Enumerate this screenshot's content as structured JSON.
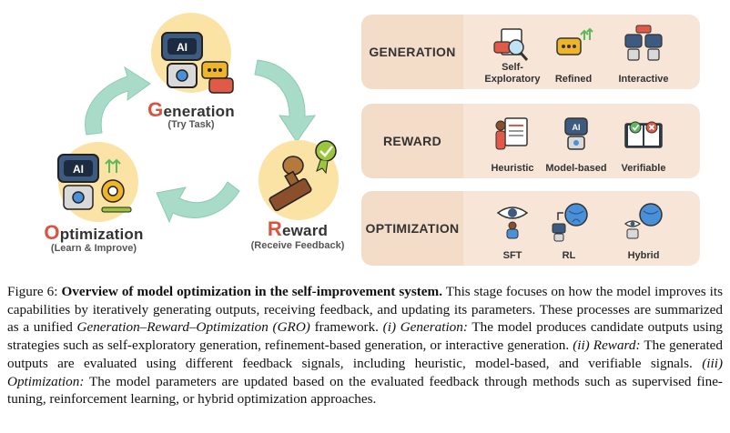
{
  "cycle": {
    "generation": {
      "cap": "G",
      "rest": "eneration",
      "sub": "(Try Task)"
    },
    "reward": {
      "cap": "R",
      "rest": "eward",
      "sub": "(Receive Feedback)"
    },
    "optimization": {
      "cap": "O",
      "rest": "ptimization",
      "sub": "(Learn & Improve)"
    },
    "robot_badge": "AI"
  },
  "panels": [
    {
      "label": "GENERATION",
      "items": [
        "Self-\nExploratory",
        "Refined",
        "Interactive"
      ]
    },
    {
      "label": "REWARD",
      "items": [
        "Heuristic",
        "Model-based",
        "Verifiable"
      ]
    },
    {
      "label": "OPTIMIZATION",
      "items": [
        "SFT",
        "RL",
        "Hybrid"
      ]
    }
  ],
  "caption": {
    "figure_label": "Figure 6:",
    "bold_title": "Overview of model optimization in the self-improvement system.",
    "text_1": "This stage focuses on how the model improves its capabilities by iteratively generating outputs, receiving feedback, and updating its parameters. These processes are summarized as a unified",
    "gro": "Generation–Reward–Optimization (GRO)",
    "text_2": "framework.",
    "i_gen": "(i) Generation:",
    "text_3": "The model produces candidate outputs using strategies such as self-exploratory generation, refinement-based generation, or interactive generation.",
    "ii_rew": "(ii) Reward:",
    "text_4": "The generated outputs are evaluated using different feedback signals, including heuristic, model-based, and verifiable signals.",
    "iii_opt": "(iii) Optimization:",
    "text_5": "The model parameters are updated based on the evaluated feedback through methods such as supervised fine-tuning, reinforcement learning, or hybrid optimization approaches."
  }
}
